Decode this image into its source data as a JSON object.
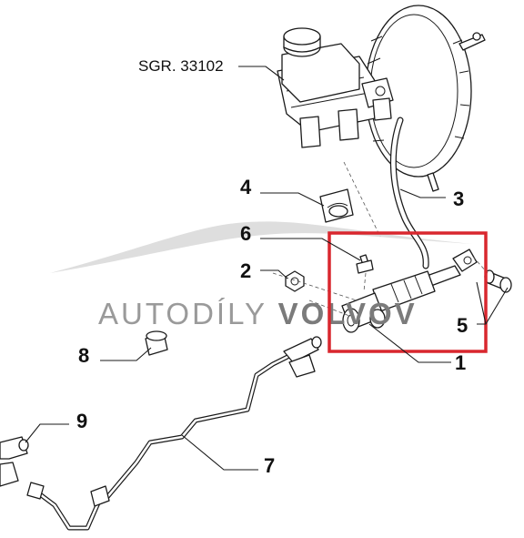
{
  "reference_label": "SGR. 33102",
  "watermark": {
    "left_text": "AUTODÍLY ",
    "right_text": "VOLVOV",
    "left_color": "#9a9a9a",
    "right_color": "#7b7b7b"
  },
  "highlight_color": "#d9272e",
  "callouts": [
    {
      "id": "1",
      "label": "1"
    },
    {
      "id": "2",
      "label": "2"
    },
    {
      "id": "3",
      "label": "3"
    },
    {
      "id": "4",
      "label": "4"
    },
    {
      "id": "5",
      "label": "5"
    },
    {
      "id": "6",
      "label": "6"
    },
    {
      "id": "7",
      "label": "7"
    },
    {
      "id": "8",
      "label": "8"
    },
    {
      "id": "9",
      "label": "9"
    }
  ]
}
